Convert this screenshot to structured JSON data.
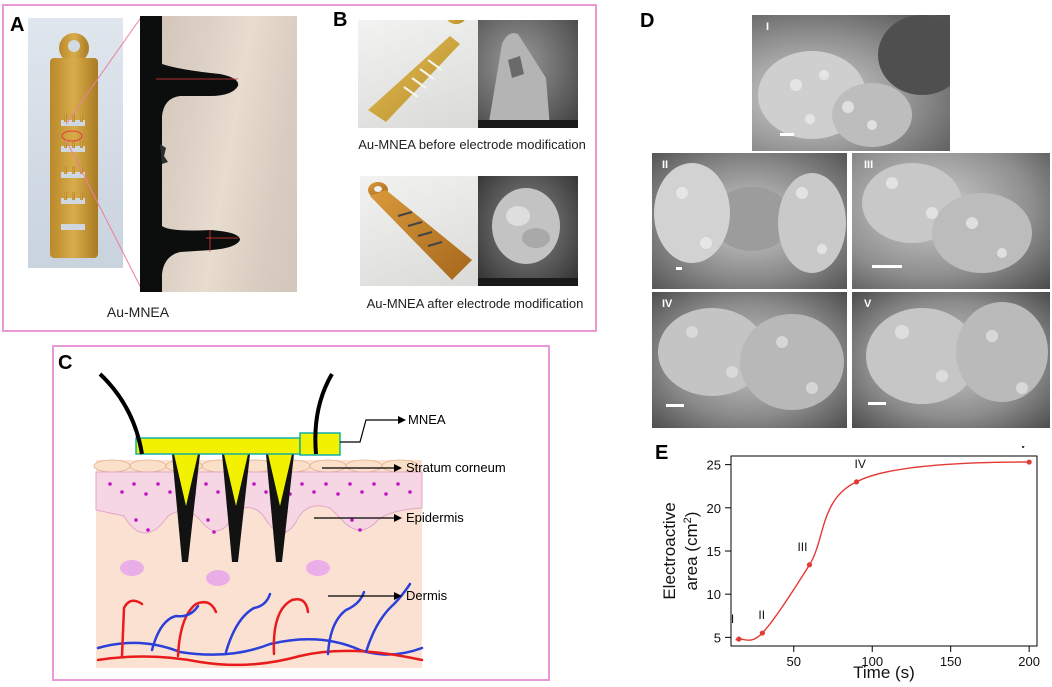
{
  "panel_labels": {
    "a": "A",
    "b": "B",
    "c": "C",
    "d": "D",
    "e": "E"
  },
  "panel_a": {
    "caption": "Au-MNEA"
  },
  "panel_b": {
    "caption_before": "Au-MNEA before electrode modification",
    "caption_after": "Au-MNEA after electrode modification"
  },
  "panel_c": {
    "labels": {
      "mnea": "MNEA",
      "stratum": "Stratum corneum",
      "epidermis": "Epidermis",
      "dermis": "Dermis"
    },
    "colors": {
      "mnea": "#f2f200",
      "skin": "#fbe1d2",
      "capillary_red": "#e81c1c",
      "capillary_blue": "#2b3fd9",
      "cell_dot": "#c014c0"
    }
  },
  "panel_d": {
    "subpanels": [
      "I",
      "II",
      "III",
      "IV",
      "V"
    ]
  },
  "chart_data": {
    "type": "line",
    "title": "",
    "xlabel": "Time (s)",
    "ylabel_line1": "Electroactive",
    "ylabel_line2": "area (cm",
    "ylabel_sup": "2",
    "ylabel_end": ")",
    "xlim": [
      10,
      205
    ],
    "ylim": [
      4,
      26
    ],
    "x_ticks": [
      50,
      100,
      150,
      200
    ],
    "y_ticks": [
      5,
      10,
      15,
      20,
      25
    ],
    "series": [
      {
        "color": "#e53935",
        "points": [
          {
            "x": 15,
            "y": 4.8,
            "label": "I"
          },
          {
            "x": 30,
            "y": 5.5,
            "label": "II"
          },
          {
            "x": 60,
            "y": 13.4,
            "label": "III"
          },
          {
            "x": 90,
            "y": 23.0,
            "label": "IV"
          },
          {
            "x": 200,
            "y": 25.3,
            "label": "V"
          }
        ]
      }
    ]
  }
}
